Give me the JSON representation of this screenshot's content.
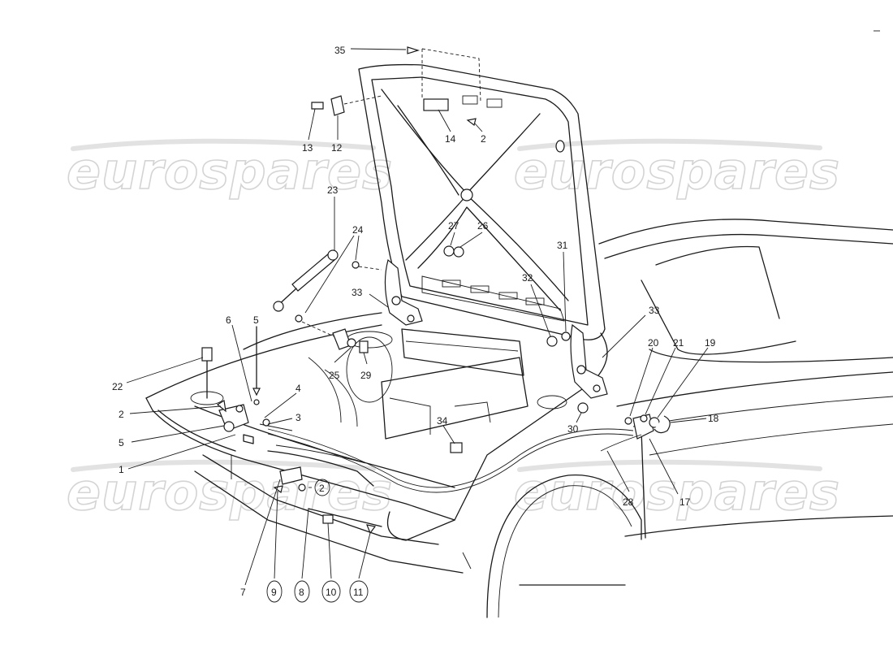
{
  "watermark": {
    "text": "eurospares"
  },
  "callouts": [
    {
      "id": "35",
      "label": "35",
      "circled": false
    },
    {
      "id": "13",
      "label": "13",
      "circled": false
    },
    {
      "id": "12",
      "label": "12",
      "circled": false
    },
    {
      "id": "14",
      "label": "14",
      "circled": false
    },
    {
      "id": "2a",
      "label": "2",
      "circled": false
    },
    {
      "id": "23",
      "label": "23",
      "circled": false
    },
    {
      "id": "24",
      "label": "24",
      "circled": false
    },
    {
      "id": "27",
      "label": "27",
      "circled": false
    },
    {
      "id": "26",
      "label": "26",
      "circled": false
    },
    {
      "id": "31",
      "label": "31",
      "circled": false
    },
    {
      "id": "32",
      "label": "32",
      "circled": false
    },
    {
      "id": "33a",
      "label": "33",
      "circled": false
    },
    {
      "id": "33b",
      "label": "33",
      "circled": false
    },
    {
      "id": "6",
      "label": "6",
      "circled": false
    },
    {
      "id": "5a",
      "label": "5",
      "circled": false
    },
    {
      "id": "25",
      "label": "25",
      "circled": false
    },
    {
      "id": "29",
      "label": "29",
      "circled": false
    },
    {
      "id": "22",
      "label": "22",
      "circled": false
    },
    {
      "id": "4",
      "label": "4",
      "circled": false
    },
    {
      "id": "3",
      "label": "3",
      "circled": false
    },
    {
      "id": "2b",
      "label": "2",
      "circled": false
    },
    {
      "id": "5b",
      "label": "5",
      "circled": false
    },
    {
      "id": "1",
      "label": "1",
      "circled": false
    },
    {
      "id": "34",
      "label": "34",
      "circled": false
    },
    {
      "id": "30",
      "label": "30",
      "circled": false
    },
    {
      "id": "20",
      "label": "20",
      "circled": false
    },
    {
      "id": "21",
      "label": "21",
      "circled": false
    },
    {
      "id": "19",
      "label": "19",
      "circled": false
    },
    {
      "id": "18",
      "label": "18",
      "circled": false
    },
    {
      "id": "28",
      "label": "28",
      "circled": false
    },
    {
      "id": "17",
      "label": "17",
      "circled": false
    },
    {
      "id": "2c",
      "label": "2",
      "circled": true
    },
    {
      "id": "7",
      "label": "7",
      "circled": false
    },
    {
      "id": "9",
      "label": "9",
      "circled": true
    },
    {
      "id": "8",
      "label": "8",
      "circled": true
    },
    {
      "id": "10",
      "label": "10",
      "circled": true
    },
    {
      "id": "11",
      "label": "11",
      "circled": true
    }
  ]
}
